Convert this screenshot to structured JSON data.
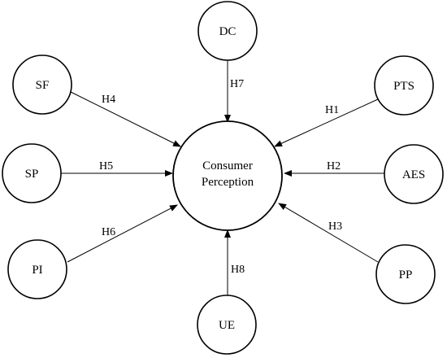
{
  "center": {
    "line1": "Consumer",
    "line2": "Perception"
  },
  "nodes": {
    "dc": {
      "label": "DC",
      "hypothesis": "H7"
    },
    "pts": {
      "label": "PTS",
      "hypothesis": "H1"
    },
    "aes": {
      "label": "AES",
      "hypothesis": "H2"
    },
    "pp": {
      "label": "PP",
      "hypothesis": "H3"
    },
    "ue": {
      "label": "UE",
      "hypothesis": "H8"
    },
    "pi": {
      "label": "PI",
      "hypothesis": "H6"
    },
    "sp": {
      "label": "SP",
      "hypothesis": "H5"
    },
    "sf": {
      "label": "SF",
      "hypothesis": "H4"
    }
  },
  "colors": {
    "stroke": "#000000",
    "background": "#ffffff"
  }
}
